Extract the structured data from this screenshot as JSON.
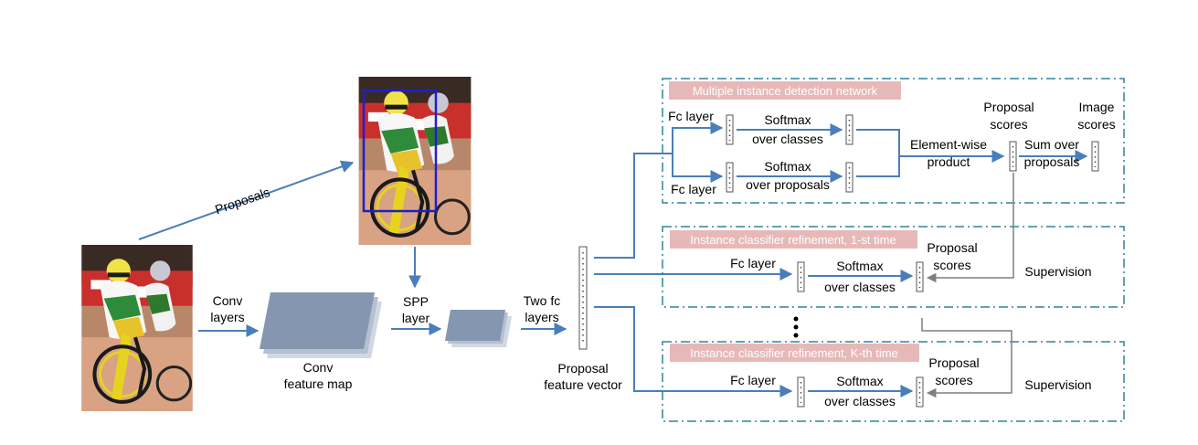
{
  "labels": {
    "proposals": "Proposals",
    "conv_layers_1": "Conv",
    "conv_layers_2": "layers",
    "conv_feature_map_1": "Conv",
    "conv_feature_map_2": "feature map",
    "spp_1": "SPP",
    "spp_2": "layer",
    "two_fc_1": "Two fc",
    "two_fc_2": "layers",
    "proposal_fv_1": "Proposal",
    "proposal_fv_2": "feature vector"
  },
  "midn": {
    "title": "Multiple instance detection network",
    "fc_top": "Fc layer",
    "fc_bottom": "Fc layer",
    "softmax_classes_1": "Softmax",
    "softmax_classes_2": "over classes",
    "softmax_proposals_1": "Softmax",
    "softmax_proposals_2": "over proposals",
    "elementwise_1": "Element-wise",
    "elementwise_2": "product",
    "proposal_scores_1": "Proposal",
    "proposal_scores_2": "scores",
    "sum_1": "Sum over",
    "sum_2": "proposals",
    "image_scores_1": "Image",
    "image_scores_2": "scores"
  },
  "refine1": {
    "title": "Instance classifier refinement, 1-st time",
    "fc": "Fc layer",
    "softmax_1": "Softmax",
    "softmax_2": "over classes",
    "scores_1": "Proposal",
    "scores_2": "scores",
    "supervision": "Supervision"
  },
  "refineK": {
    "title": "Instance classifier refinement, K-th time",
    "fc": "Fc layer",
    "softmax_1": "Softmax",
    "softmax_2": "over classes",
    "scores_1": "Proposal",
    "scores_2": "scores",
    "supervision": "Supervision"
  },
  "colors": {
    "arrow": "#4a7ebb",
    "gray_arrow": "#7f7f7f",
    "box_border": "#31849b",
    "title_bg": "#e6b9b8",
    "feature_map": "#8496b0",
    "bbox": "#1f1fcf"
  },
  "icons": {
    "cyclist_photo": "cyclist-photo",
    "vertical_dots": "vertical-ellipsis"
  }
}
